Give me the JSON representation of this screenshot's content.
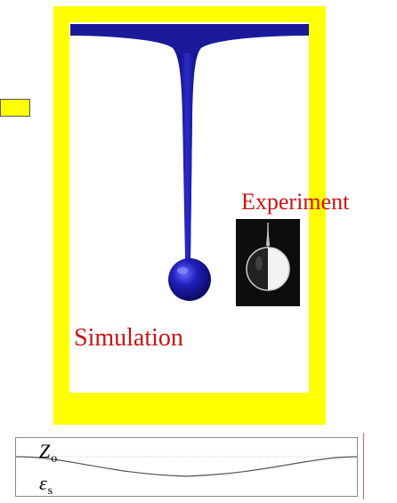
{
  "labels": {
    "experiment": "Experiment",
    "simulation": "Simulation"
  },
  "plot": {
    "z_symbol": "Z",
    "z_subscript": "o",
    "eps_symbol": "ε",
    "eps_subscript": "s"
  },
  "colors": {
    "frame": "#ffff00",
    "liquid": "#1a1a9a",
    "label": "#cc1111"
  }
}
